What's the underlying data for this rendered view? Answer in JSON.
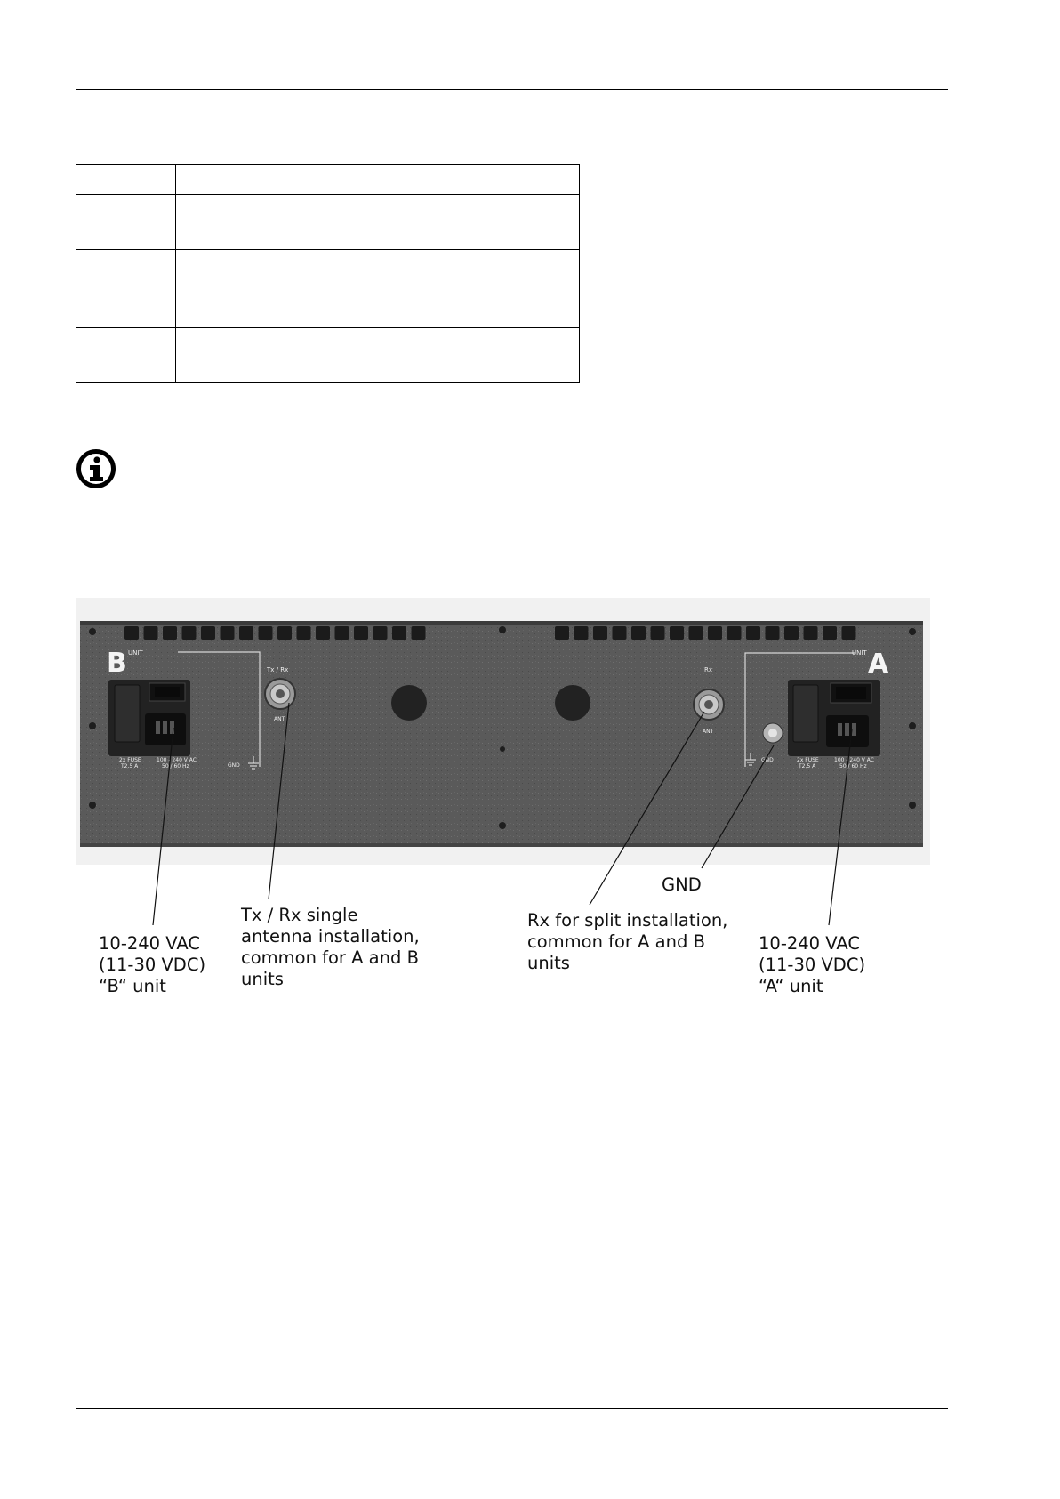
{
  "table": {
    "rows": [
      [
        "",
        ""
      ],
      [
        "",
        ""
      ],
      [
        "",
        ""
      ],
      [
        "",
        ""
      ]
    ]
  },
  "figure": {
    "panel_labels": {
      "unit_b_letter": "B",
      "unit_a_letter": "A",
      "unit_word": "UNIT",
      "txrx_port": "Tx / Rx",
      "rx_port": "Rx",
      "ant": "ANT",
      "gnd": "GND",
      "fuse_line1": "2x FUSE",
      "fuse_line2": "T2.5 A",
      "ac_line1": "100 - 240 V AC",
      "ac_line2": "50 / 60 Hz"
    },
    "callouts": {
      "b_unit": "10-240 VAC\n(11-30 VDC)\n “B“ unit",
      "txrx": "Tx / Rx single\nantenna installation,\ncommon for A and B\nunits",
      "rx": "Rx for split installation,\ncommon for A and B\nunits",
      "gnd": "GND",
      "a_unit": "10-240 VAC\n(11-30 VDC)\n “A“ unit"
    }
  },
  "colors": {
    "panel": "#5b5b5b",
    "panel_dark": "#3e3e3e",
    "vent": "#1c1c1c"
  }
}
